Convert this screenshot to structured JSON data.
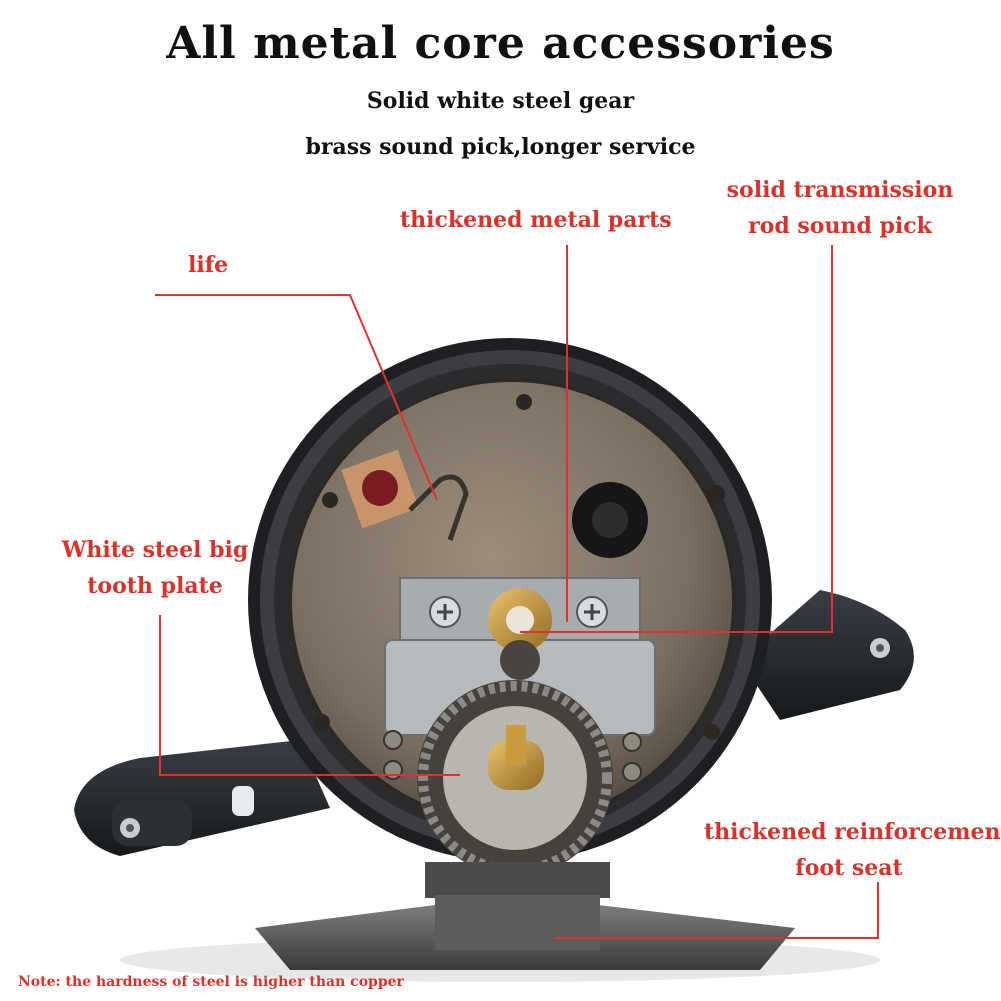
{
  "header": {
    "title": "All metal core accessories",
    "line1": "Solid white steel gear",
    "line2": "brass sound pick,longer service"
  },
  "callouts": {
    "metal_parts": "thickened metal parts",
    "transmission_line1": "solid transmission",
    "transmission_line2": "rod sound pick",
    "life": "life",
    "tooth_line1": "White steel big",
    "tooth_line2": "tooth plate",
    "foot_line1": "thickened reinforcement",
    "foot_line2": "foot seat"
  },
  "note": "Note: the hardness of steel is higher than copper",
  "colors": {
    "callout": "#d9322a",
    "line": "#e03030"
  }
}
